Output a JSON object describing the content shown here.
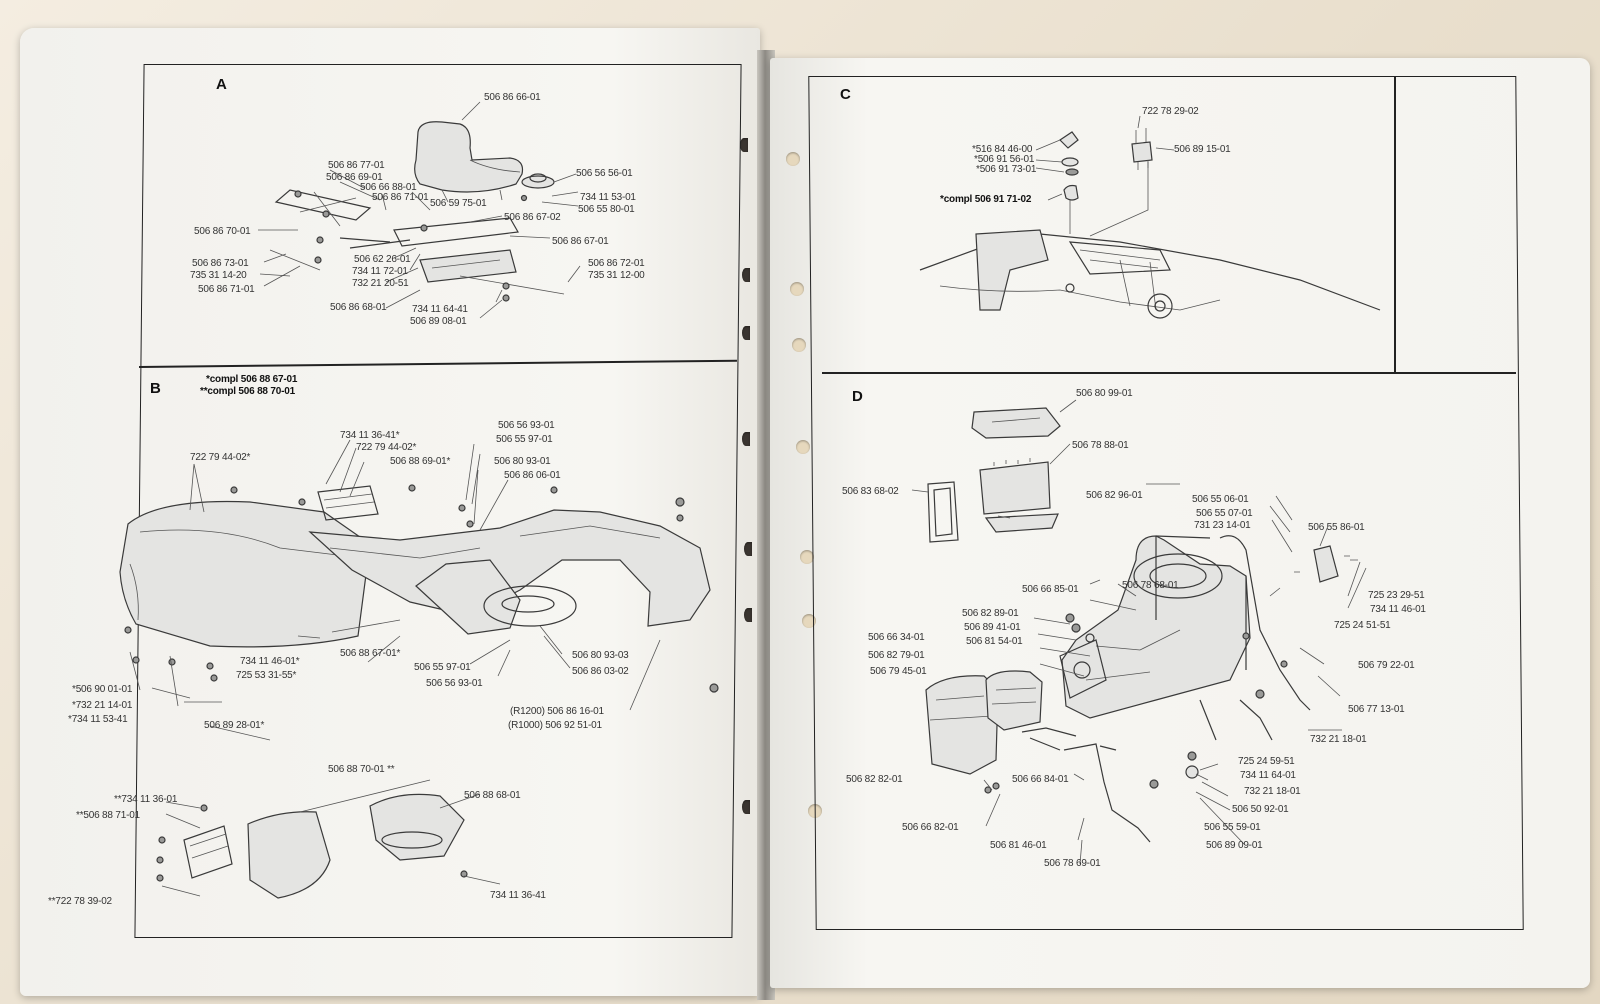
{
  "sections": {
    "A": {
      "letter": "A",
      "parts": [
        "506 86 66-01",
        "506 86 77-01",
        "506 86 69-01",
        "506 66 88-01",
        "506 86 71-01",
        "506 56 56-01",
        "734 11 53-01",
        "506 55 80-01",
        "506 59 75-01",
        "506 86 67-02",
        "506 86 70-01",
        "506 86 67-01",
        "506 62 26-01",
        "506 86 73-01",
        "734 11 72-01",
        "735 31 14-20",
        "732 21 20-51",
        "506 86 71-01",
        "506 86 72-01",
        "735 31 12-00",
        "506 86 68-01",
        "734 11 64-41",
        "506 89 08-01"
      ]
    },
    "B": {
      "letter": "B",
      "notes": [
        "*compl 506 88 67-01",
        "**compl 506 88 70-01"
      ],
      "parts": [
        "734 11 36-41*",
        "722 79 44-02*",
        "722 79 44-02*",
        "506 88 69-01*",
        "506 56 93-01",
        "506 55 97-01",
        "506 80 93-01",
        "506 86 06-01",
        "506 88 67-01*",
        "734 11 46-01*",
        "725 53 31-55*",
        "*506 90 01-01",
        "*732 21 14-01",
        "*734 11 53-41",
        "506 89 28-01*",
        "506 55 97-01",
        "506 56 93-01",
        "506 80 93-03",
        "506 86 03-02",
        "(R1200) 506 86 16-01",
        "(R1000) 506 92 51-01",
        "506 88 70-01 **",
        "**734 11 36-01",
        "**506 88 71-01",
        "506 88 68-01",
        "**722 78 39-02",
        "734 11 36-41"
      ]
    },
    "C": {
      "letter": "C",
      "parts": [
        "722 78 29-02",
        "*516 84 46-00",
        "*506 91 56-01",
        "*506 91 73-01",
        "506 89 15-01",
        "*compl 506 91 71-02"
      ]
    },
    "D": {
      "letter": "D",
      "parts": [
        "506 80 99-01",
        "506 78 88-01",
        "506 83 68-02",
        "506 82 96-01",
        "506 55 06-01",
        "506 55 07-01",
        "731 23 14-01",
        "506 55 86-01",
        "506 66 85-01",
        "506 78 68-01",
        "725 23 29-51",
        "734 11 46-01",
        "506 82 89-01",
        "506 89 41-01",
        "506 81 54-01",
        "725 24 51-51",
        "506 66 34-01",
        "506 82 79-01",
        "506 79 22-01",
        "506 79 45-01",
        "506 77 13-01",
        "732 21 18-01",
        "725 24 59-51",
        "734 11 64-01",
        "506 82 82-01",
        "506 66 84-01",
        "732 21 18-01",
        "506 50 92-01",
        "506 66 82-01",
        "506 55 59-01",
        "506 81 46-01",
        "506 89 09-01",
        "506 78 69-01"
      ]
    }
  }
}
